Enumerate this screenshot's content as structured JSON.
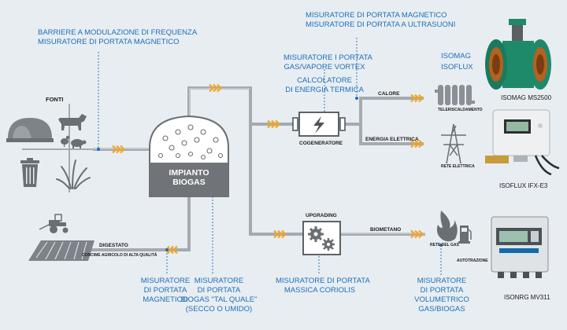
{
  "labels": {
    "top_left": [
      "BARRIERE A MODULAZIONE DI FREQUENZA",
      "MISURATORE DI PORTATA MAGNETICO"
    ],
    "top_center": [
      "MISURATORE DI PORTATA MAGNETICO",
      "MISURATORE DI PORTATA A ULTRASUONI"
    ],
    "vortex": [
      "MISURATORE I PORTATA",
      "GAS/VAPORE VORTEX"
    ],
    "calc": [
      "CALCOLATORE",
      "DI ENERGIA TERMICA"
    ],
    "isomag": "ISOMAG",
    "isoflux": "ISOFLUX",
    "bottom_1": [
      "MISURATORE",
      "DI PORTATA",
      "MAGNETICO"
    ],
    "bottom_2": [
      "MISURATORE",
      "DI PORTATA",
      "BIOGAS \"TAL QUALE\"",
      "(SECCO O UMIDO)"
    ],
    "bottom_3": [
      "MISURATORE DI PORTATA",
      "MASSICA CORIOLIS"
    ],
    "bottom_4": [
      "MISURATORE",
      "DI PORTATA",
      "VOLUMETRICO",
      "GAS/BIOGAS"
    ]
  },
  "nodes": {
    "fonti": "FONTI",
    "plant": [
      "IMPIANTO",
      "BIOGAS"
    ],
    "cogeneratore": "COGENERATORE",
    "upgrading": "UPGRADING",
    "calore": "CALORE",
    "energia": "ENERGIA ELETTRICA",
    "biometano": "BIOMETANO",
    "digestato": "DIGESTATO",
    "concime": "CONCIME AGRICOLO DI ALTA QUALITÀ",
    "teleriscaldamento": "TELERISCALDAMENTO",
    "rete_elettrica": "RETE ELETTRICA",
    "rete_gas": "RETE DEL GAS",
    "autotrazione": "AUTOTRAZIONE"
  },
  "devices": {
    "isomag_ms2500": "ISOMAG MS2500",
    "isoflux_ifx": "ISOFLUX IFX-E3",
    "isonrg": "ISONRG MV311"
  },
  "colors": {
    "background": "#e8edf2",
    "pipe": "#a5aab0",
    "label_blue": "#1d6fb8",
    "arrow_orange": "#f5a51f",
    "plant_dark": "#707478",
    "device_blue": "#0f6aa8",
    "device_green": "#1f8a6a"
  }
}
